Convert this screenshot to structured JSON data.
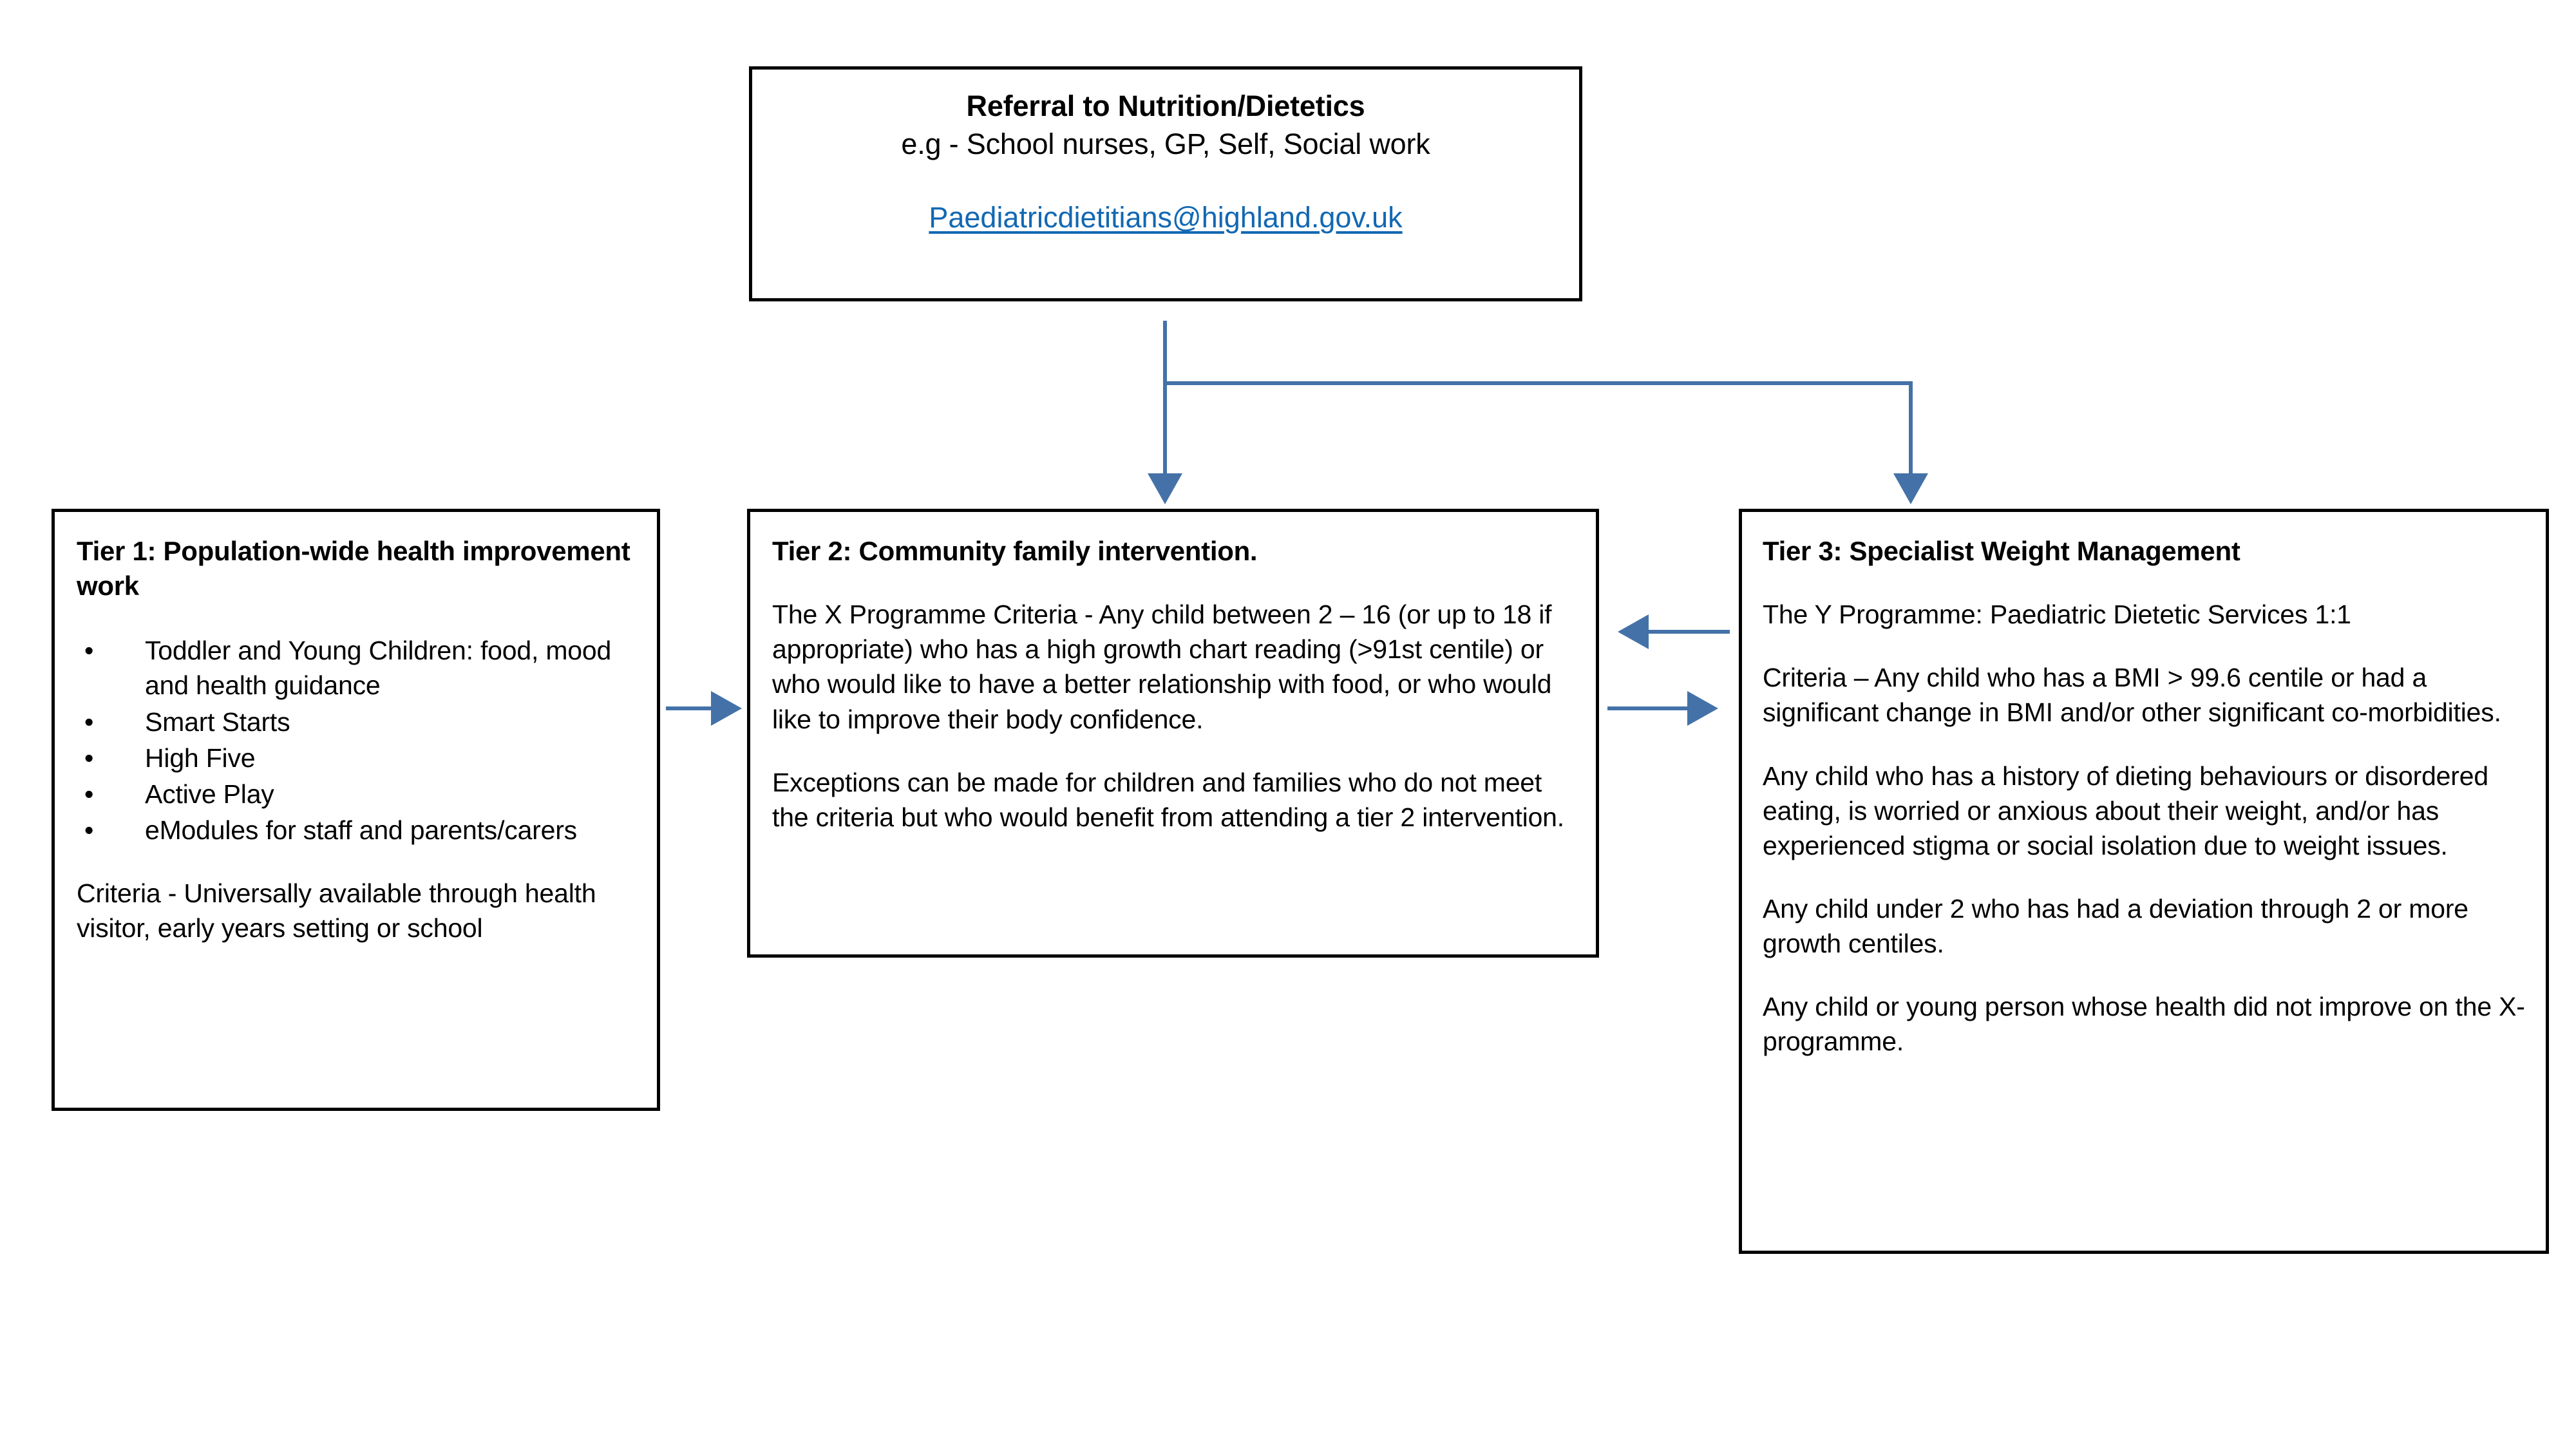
{
  "diagram": {
    "title": "Referral pathway to Nutrition/Dietetics tiered weight management services",
    "accent_color": "#4472A8",
    "link_color": "#1268B3",
    "border_color": "#000000",
    "background_color": "#FFFFFF"
  },
  "referral": {
    "title": "Referral to Nutrition/Dietetics",
    "subtitle": "e.g - School nurses, GP, Self, Social work",
    "email": "Paediatricdietitians@highland.gov.uk"
  },
  "tier1": {
    "title": "Tier 1: Population-wide health improvement work",
    "bullet_char": "•",
    "bullets": [
      "Toddler and Young Children: food, mood and health guidance",
      "Smart Starts",
      "High Five",
      "Active Play",
      "eModules for staff and parents/carers"
    ],
    "criteria": "Criteria - Universally available through health visitor, early years setting or school"
  },
  "tier2": {
    "title": "Tier 2: Community family intervention.",
    "paragraphs": [
      "The X Programme Criteria - Any child between  2 – 16 (or up to 18 if appropriate) who has a high growth chart reading (>91st centile) or who would like to have a better relationship with food, or who would like to improve their body confidence.",
      "Exceptions can be made for children and families who do not meet the criteria but who would benefit from attending a tier 2 intervention."
    ]
  },
  "tier3": {
    "title": "Tier 3: Specialist Weight Management",
    "paragraphs": [
      "The Y Programme: Paediatric Dietetic Services 1:1",
      "Criteria – Any child who has a BMI > 99.6 centile or had a significant change in BMI and/or other significant co-morbidities.",
      "Any child who has a history of dieting behaviours or disordered eating, is worried or anxious about their weight, and/or has experienced stigma or social isolation due to weight issues.",
      "Any child under 2 who has had a deviation through 2 or more growth centiles.",
      "Any child or young person whose health did not improve on the X-programme."
    ]
  },
  "connectors": [
    {
      "name": "referral-to-tier2",
      "direction": "down"
    },
    {
      "name": "referral-to-tier3",
      "direction": "down"
    },
    {
      "name": "tier1-to-tier2",
      "direction": "right"
    },
    {
      "name": "tier3-to-tier2",
      "direction": "left"
    },
    {
      "name": "tier2-to-tier3",
      "direction": "right"
    }
  ]
}
